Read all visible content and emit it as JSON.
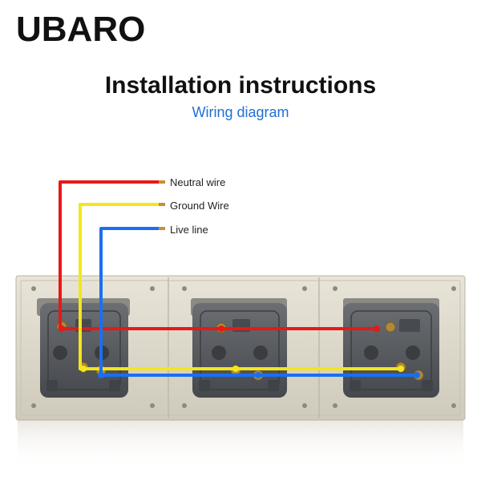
{
  "brand": {
    "name": "UBARO"
  },
  "header": {
    "title": "Installation instructions",
    "subtitle": "Wiring diagram"
  },
  "legend": {
    "neutral": "Neutral wire",
    "ground": "Ground Wire",
    "live": "Live line"
  },
  "colors": {
    "neutral": "#e81818",
    "ground": "#f4e61a",
    "live": "#1a6ff0",
    "panel": "#ddd8c9",
    "socket": "#5c5f63",
    "subtitle": "#1f6fd6"
  },
  "panel": {
    "socket_count": 3
  }
}
